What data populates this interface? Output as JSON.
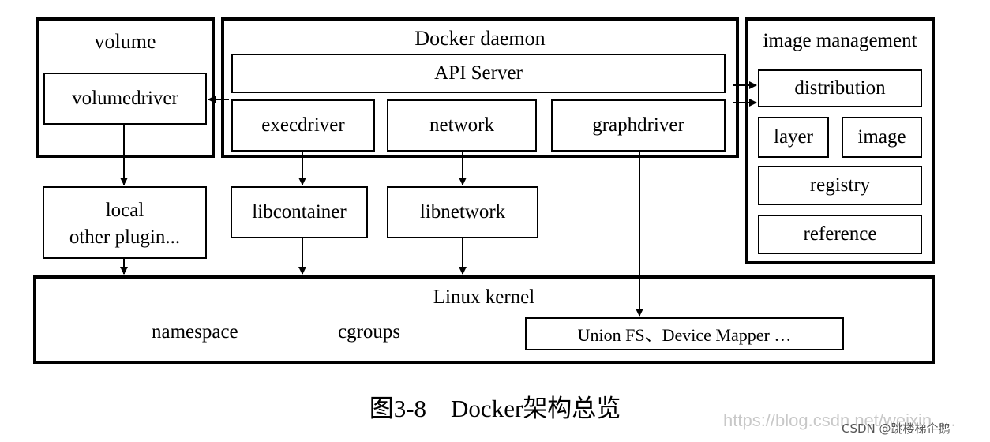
{
  "volume": {
    "title": "volume",
    "volumedriver": "volumedriver"
  },
  "docker_daemon": {
    "title": "Docker daemon",
    "api_server": "API Server",
    "execdriver": "execdriver",
    "network": "network",
    "graphdriver": "graphdriver"
  },
  "image_management": {
    "title": "image management",
    "distribution": "distribution",
    "layer": "layer",
    "image": "image",
    "registry": "registry",
    "reference": "reference"
  },
  "libs": {
    "local_line1": "local",
    "local_line2": "other plugin...",
    "libcontainer": "libcontainer",
    "libnetwork": "libnetwork"
  },
  "linux_kernel": {
    "title": "Linux kernel",
    "namespace": "namespace",
    "cgroups": "cgroups",
    "union_fs": "Union FS、Device Mapper …"
  },
  "caption": "图3-8　Docker架构总览",
  "watermark": "https://blog.csdn.net/weixin_...",
  "credit": "CSDN @跳楼梯企鹅"
}
